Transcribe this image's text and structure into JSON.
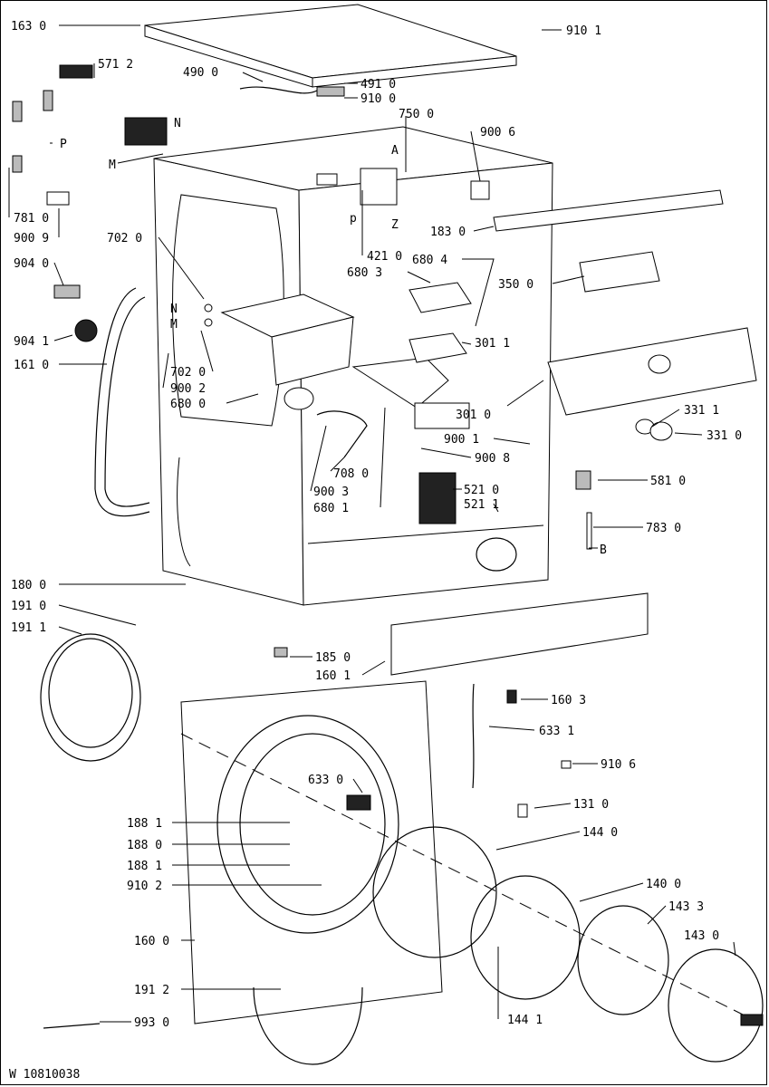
{
  "drawing_code": "W 10810038",
  "labels": [
    "163 0",
    "910 1",
    "571 2",
    "490 0",
    "491 0",
    "910 0",
    "750 0",
    "900 6",
    "N",
    "M",
    "P",
    "A",
    "p",
    "Z",
    "781 0",
    "900 9",
    "702 0",
    "183 0",
    "421 0",
    "680 4",
    "680 3",
    "904 0",
    "350 0",
    "N",
    "M",
    "904 1",
    "301 1",
    "161 0",
    "702 0",
    "900 2",
    "680 0",
    "301 0",
    "331 1",
    "331 0",
    "900 1",
    "900 8",
    "708 0",
    "521 0",
    "900 3",
    "521 1",
    "581 0",
    "680 1",
    "783 0",
    "B",
    "180 0",
    "191 0",
    "191 1",
    "185 0",
    "160 1",
    "160 3",
    "633 1",
    "633 0",
    "910 6",
    "131 0",
    "188 1",
    "144 0",
    "188 0",
    "188 1",
    "910 2",
    "140 0",
    "143 3",
    "143 0",
    "160 0",
    "191 2",
    "144 1",
    "993 0"
  ]
}
